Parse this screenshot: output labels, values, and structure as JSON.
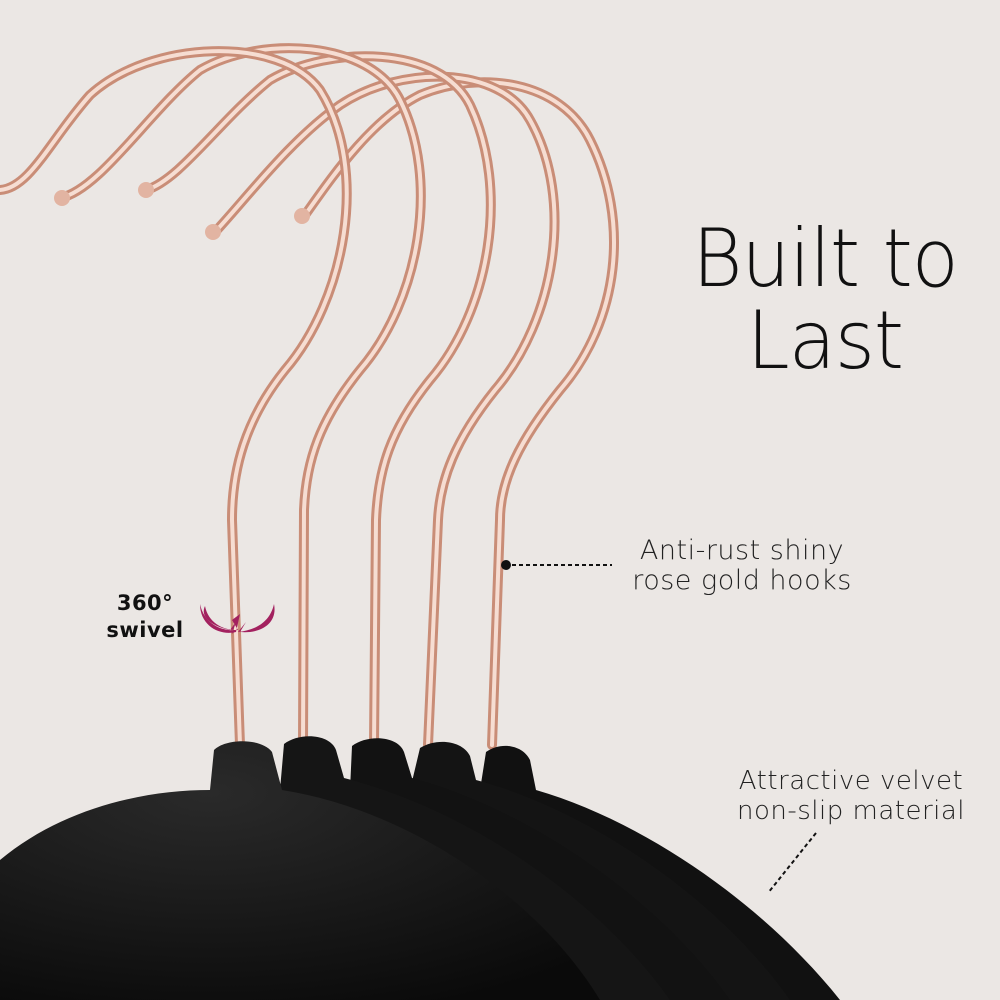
{
  "headline": {
    "line1": "Built to",
    "line2": "Last"
  },
  "callouts": {
    "hooks": {
      "line1": "Anti-rust shiny",
      "line2": "rose gold hooks"
    },
    "velvet": {
      "line1": "Attractive velvet",
      "line2": "non-slip material"
    },
    "swivel": {
      "line1": "360°",
      "line2": "swivel"
    }
  },
  "icons": {
    "swivel_arrow": "rotate-arrow-icon",
    "swivel_color": "#a3215f"
  },
  "colors": {
    "background": "#ebe7e4",
    "hook": "#d9a58f",
    "velvet": "#141414",
    "text": "#1a1a1a"
  },
  "product": {
    "hanger_count": 5
  }
}
